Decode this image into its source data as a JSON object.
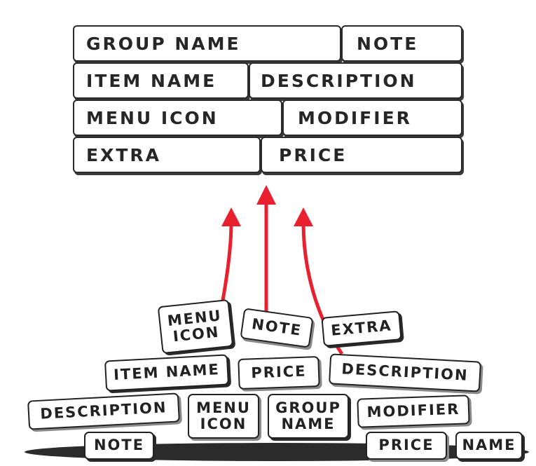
{
  "grid": {
    "rows": [
      [
        "GROUP NAME",
        "NOTE"
      ],
      [
        "ITEM NAME",
        "DESCRIPTION"
      ],
      [
        "MENU ICON",
        "MODIFIER"
      ],
      [
        "EXTRA",
        "PRICE"
      ]
    ]
  },
  "pile": {
    "tags": [
      "NAME",
      "GROUP NAME",
      "DESCRIPTION",
      "MODIFIER",
      "PRICE",
      "NOTE",
      "MENU ICON",
      "EXTRA",
      "DESCRIPTION",
      "NOTE",
      "MENU ICON",
      "ITEM NAME",
      "PRICE"
    ]
  },
  "colors": {
    "arrow": "#e8202f",
    "ink": "#262626"
  }
}
